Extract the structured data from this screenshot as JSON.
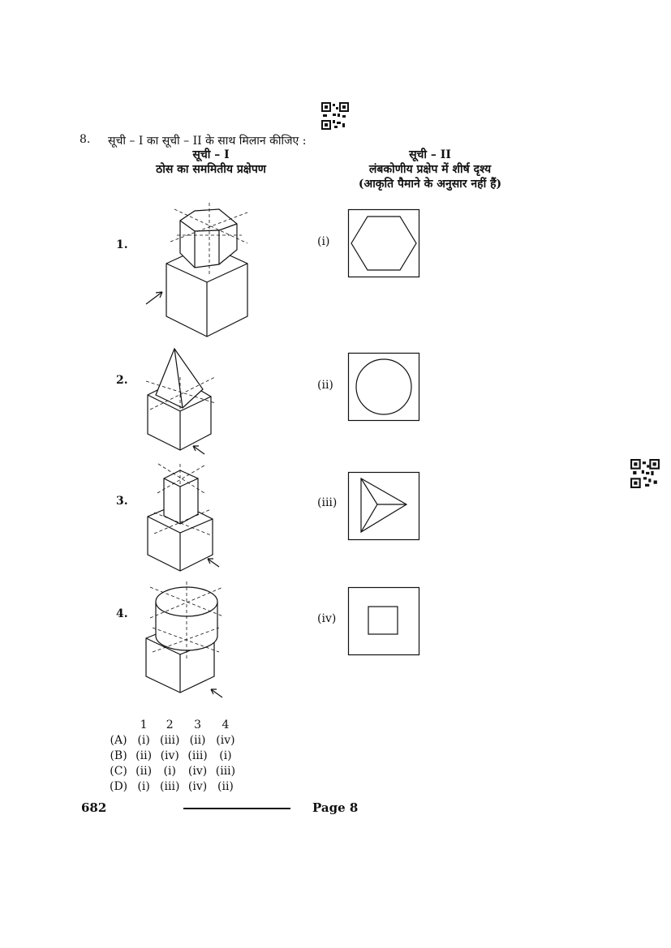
{
  "question": {
    "number": "8.",
    "text": "सूची – I का सूची – II के साथ मिलान कीजिए :"
  },
  "list1": {
    "title": "सूची – I",
    "subtitle": "ठोस का सममितीय प्रक्षेपण",
    "items": [
      {
        "label": "1.",
        "icon": "hexagonal-prism-on-cube-icon"
      },
      {
        "label": "2.",
        "icon": "pyramid-on-cube-icon"
      },
      {
        "label": "3.",
        "icon": "square-prism-on-cube-icon"
      },
      {
        "label": "4.",
        "icon": "cylinder-on-cube-icon"
      }
    ]
  },
  "list2": {
    "title": "सूची – II",
    "subtitle": "लंबकोणीय प्रक्षेप में शीर्ष दृश्य",
    "note": "(आकृति पैमाने के अनुसार नहीं हैं)",
    "items": [
      {
        "label": "(i)",
        "icon": "hexagon-top-view-icon"
      },
      {
        "label": "(ii)",
        "icon": "circle-top-view-icon"
      },
      {
        "label": "(iii)",
        "icon": "triangle-pyramid-top-view-icon"
      },
      {
        "label": "(iv)",
        "icon": "square-top-view-icon"
      }
    ]
  },
  "answers": {
    "headers": [
      "1",
      "2",
      "3",
      "4"
    ],
    "options": [
      {
        "letter": "(A)",
        "values": [
          "(i)",
          "(iii)",
          "(ii)",
          "(iv)"
        ]
      },
      {
        "letter": "(B)",
        "values": [
          "(ii)",
          "(iv)",
          "(iii)",
          "(i)"
        ]
      },
      {
        "letter": "(C)",
        "values": [
          "(ii)",
          "(i)",
          "(iv)",
          "(iii)"
        ]
      },
      {
        "letter": "(D)",
        "values": [
          "(i)",
          "(iii)",
          "(iv)",
          "(ii)"
        ]
      }
    ]
  },
  "footer": {
    "code": "682",
    "page": "Page 8"
  }
}
